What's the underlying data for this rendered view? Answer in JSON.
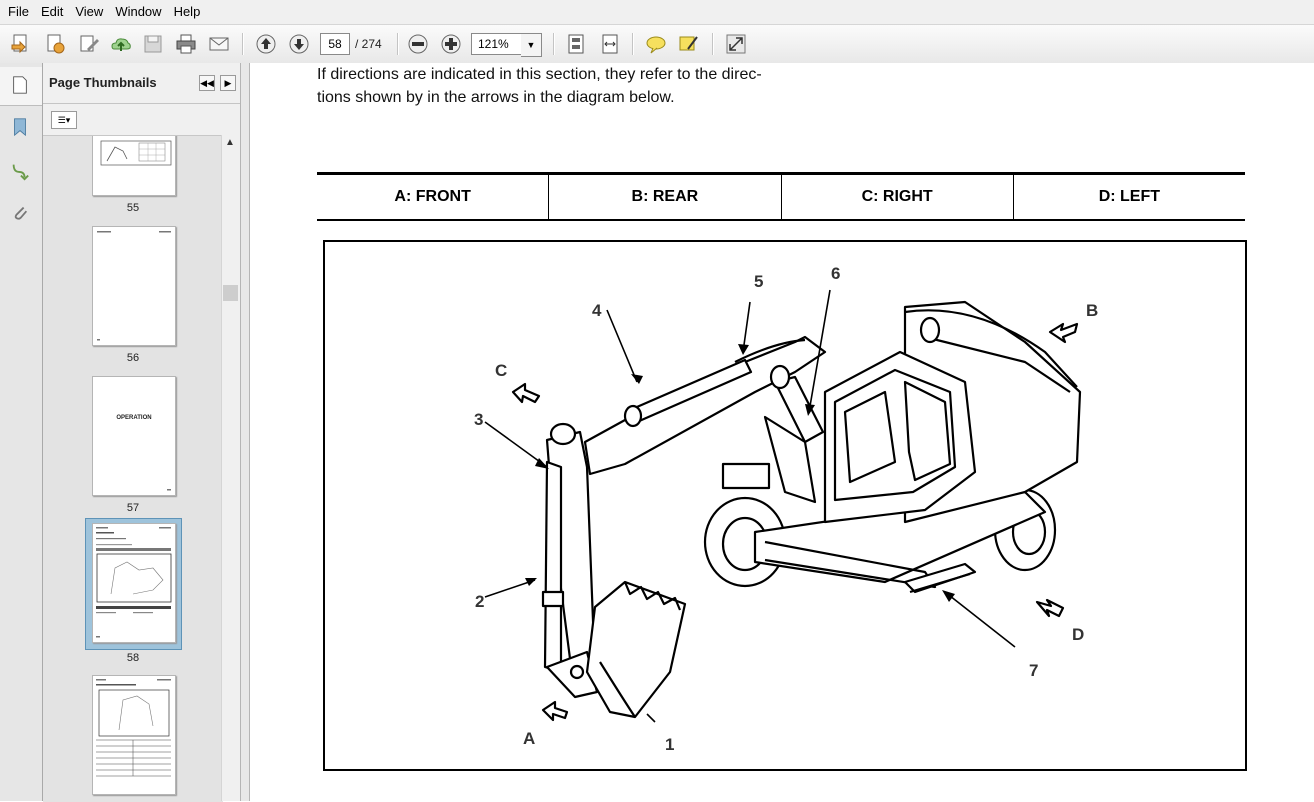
{
  "menu": {
    "file": "File",
    "edit": "Edit",
    "view": "View",
    "window": "Window",
    "help": "Help"
  },
  "toolbar": {
    "page_current": "58",
    "page_total": "/ 274",
    "zoom": "121%"
  },
  "panel": {
    "title": "Page Thumbnails"
  },
  "thumbnails": [
    {
      "label": "55"
    },
    {
      "label": "56"
    },
    {
      "label": "57",
      "text": "OPERATION"
    },
    {
      "label": "58"
    },
    {
      "label": ""
    }
  ],
  "document": {
    "intro_line1": "If directions are indicated in this section, they refer to the direc-",
    "intro_line2": "tions shown by in the arrows in the diagram below.",
    "directions": [
      "A: FRONT",
      "B: REAR",
      "C: RIGHT",
      "D: LEFT"
    ],
    "figure_labels": {
      "n1": "1",
      "n2": "2",
      "n3": "3",
      "n4": "4",
      "n5": "5",
      "n6": "6",
      "n7": "7",
      "a": "A",
      "b": "B",
      "c": "C",
      "d": "D"
    }
  }
}
